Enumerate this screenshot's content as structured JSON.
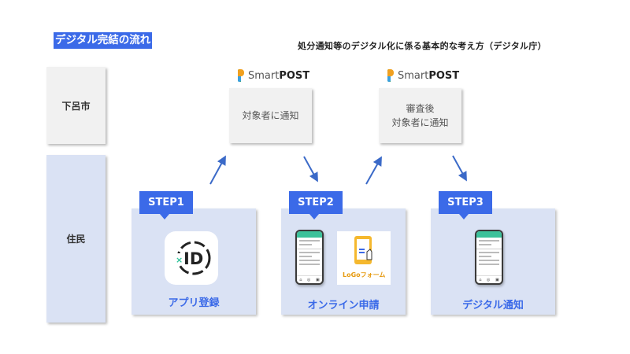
{
  "title": "デジタル完結の流れ",
  "subtitle": "処分通知等のデジタル化に係る基本的な考え方（デジタル庁）",
  "actors": {
    "city": "下呂市",
    "resident": "住民"
  },
  "smartpost": [
    {
      "logo_light": "Smart",
      "logo_bold": "POST",
      "notice": "対象者に通知"
    },
    {
      "logo_light": "Smart",
      "logo_bold": "POST",
      "notice_line1": "審査後",
      "notice_line2": "対象者に通知"
    }
  ],
  "steps": [
    {
      "tag": "STEP1",
      "label": "アプリ登録",
      "icon": "xid-app-icon",
      "icon_text": "ID",
      "icon_prefix": "×"
    },
    {
      "tag": "STEP2",
      "label": "オンライン申請",
      "icons": [
        "smartphone-app-icon",
        "logo-form-icon"
      ],
      "logo_form_text": "LoGoフォーム"
    },
    {
      "tag": "STEP3",
      "label": "デジタル通知",
      "icon": "smartphone-app-icon"
    }
  ],
  "colors": {
    "accent": "#3b6ae8",
    "panel_bg": "#dae2f4",
    "gray_box": "#f1f1f1",
    "arrow": "#3b6ac8"
  }
}
